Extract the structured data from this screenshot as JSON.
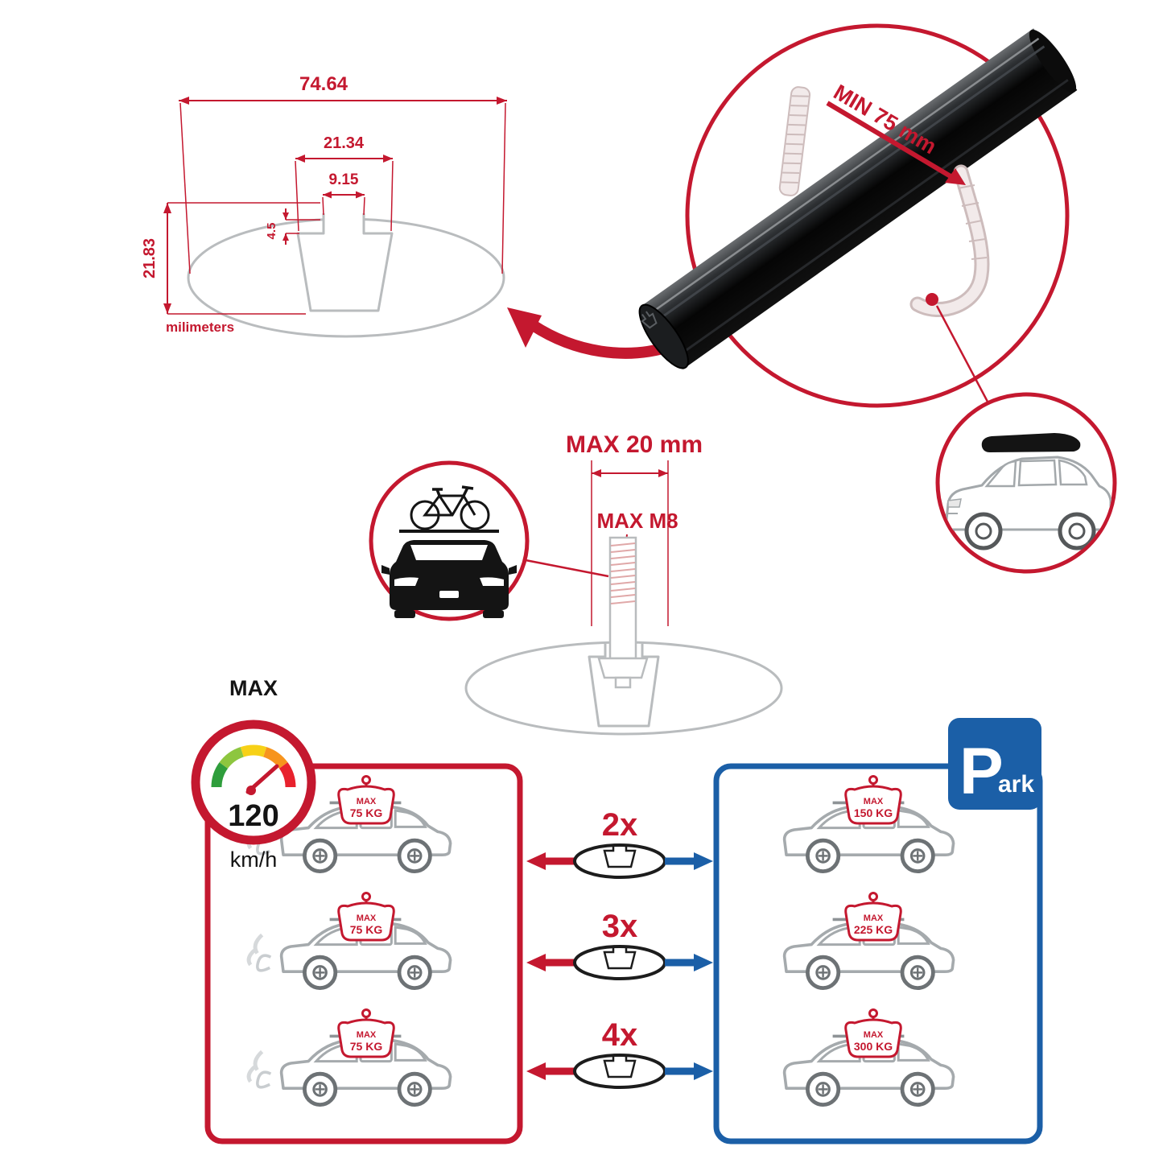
{
  "colors": {
    "red": "#c4182f",
    "blue": "#1b5fa7",
    "gray": "#b9bcbe",
    "black": "#141414"
  },
  "profile_diagram": {
    "dim_total_width": "74.64",
    "dim_slot_outer": "21.34",
    "dim_slot_inner": "9.15",
    "dim_step_depth": "4.5",
    "dim_total_height": "21.83",
    "units_label": "milimeters"
  },
  "bar_detail": {
    "min_clearance_label": "MIN 75 mm"
  },
  "bolt_detail": {
    "max_length_label": "MAX 20 mm",
    "max_thread_label": "MAX M8"
  },
  "speed_gauge": {
    "max_label": "MAX",
    "value": "120",
    "unit": "km/h"
  },
  "panels": {
    "multipliers": [
      "2x",
      "3x",
      "4x"
    ],
    "left": {
      "cars": [
        {
          "line1": "MAX",
          "line2": "75 KG"
        },
        {
          "line1": "MAX",
          "line2": "75 KG"
        },
        {
          "line1": "MAX",
          "line2": "75 KG"
        }
      ]
    },
    "right": {
      "cars": [
        {
          "line1": "MAX",
          "line2": "150 KG"
        },
        {
          "line1": "MAX",
          "line2": "225 KG"
        },
        {
          "line1": "MAX",
          "line2": "300 KG"
        }
      ]
    },
    "park_sign": {
      "p": "P",
      "ark": "ark"
    }
  }
}
